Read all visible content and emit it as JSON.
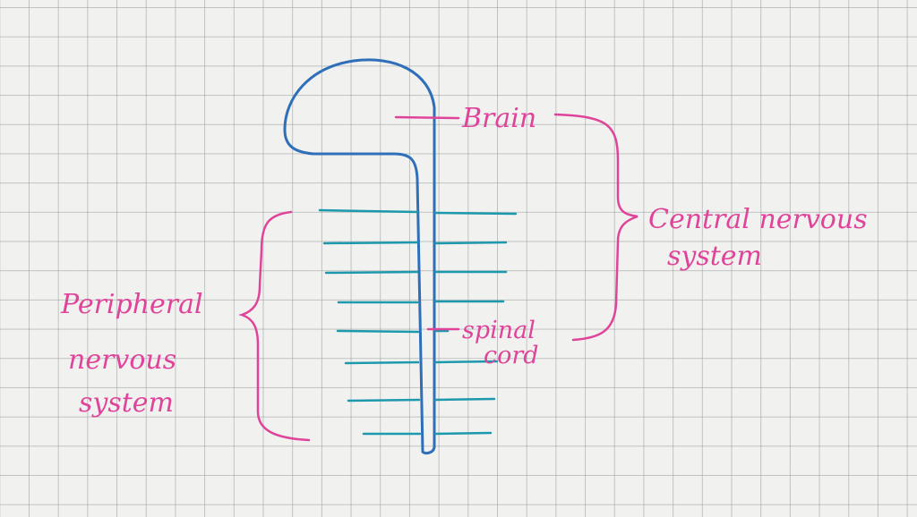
{
  "labels": {
    "brain": "Brain",
    "spinal_cord_line1": "spinal",
    "spinal_cord_line2": "cord",
    "cns_line1": "Central nervous",
    "cns_line2": "system",
    "pns_line1": "Peripheral",
    "pns_line2": "nervous",
    "pns_line3": "system"
  },
  "colors": {
    "ink_blue": "#2f6fb8",
    "ink_teal": "#1d98ad",
    "ink_pink": "#e0449a",
    "paper": "#f1f2f0"
  }
}
